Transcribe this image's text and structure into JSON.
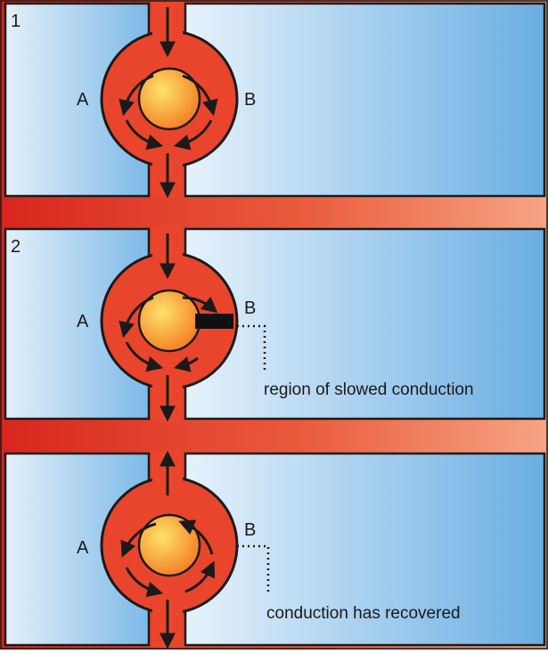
{
  "colors": {
    "tissue": "#e8452c",
    "outline": "#1a1a1a",
    "cell_light": "#e6f2fb",
    "cell_dark": "#6aaee3",
    "core_inner": "#fde36b",
    "core_outer": "#f47b20",
    "block": "#111111"
  },
  "panels": [
    {
      "number": "1",
      "label_a": "A",
      "label_b": "B",
      "annotation": "",
      "block": false
    },
    {
      "number": "2",
      "label_a": "A",
      "label_b": "B",
      "annotation": "region of slowed conduction",
      "block": true
    },
    {
      "number": "",
      "label_a": "A",
      "label_b": "B",
      "annotation": "conduction has recovered",
      "block": false
    }
  ]
}
